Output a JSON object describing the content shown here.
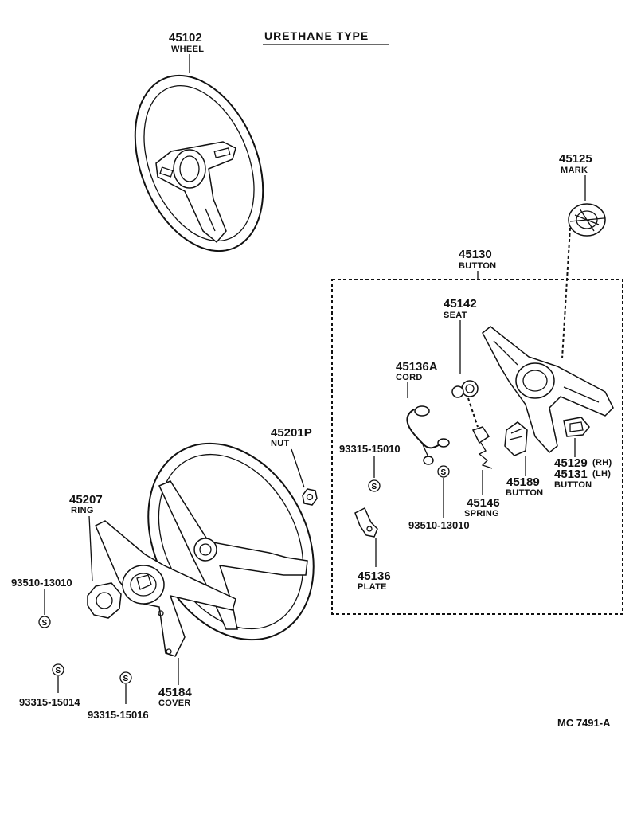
{
  "title": "URETHANE TYPE",
  "drawing_code": "MC  7491-A",
  "parts": {
    "wheel": {
      "number": "45102",
      "label": "WHEEL"
    },
    "mark": {
      "number": "45125",
      "label": "MARK"
    },
    "button_assy": {
      "number": "45130",
      "label": "BUTTON"
    },
    "seat": {
      "number": "45142",
      "label": "SEAT"
    },
    "cord": {
      "number": "45136A",
      "label": "CORD"
    },
    "nut": {
      "number": "45201P",
      "label": "NUT"
    },
    "screw_a": {
      "number": "93315-15010"
    },
    "screw_b": {
      "number": "93510-13010"
    },
    "spring": {
      "number": "45146",
      "label": "SPRING"
    },
    "button_center": {
      "number": "45189",
      "label": "BUTTON"
    },
    "button_rh": {
      "number": "45129",
      "suffix": "(RH)"
    },
    "button_lh": {
      "number": "45131",
      "suffix": "(LH)",
      "label": "BUTTON"
    },
    "plate": {
      "number": "45136",
      "label": "PLATE"
    },
    "ring": {
      "number": "45207",
      "label": "RING"
    },
    "screw_c": {
      "number": "93510-13010"
    },
    "cover": {
      "number": "45184",
      "label": "COVER"
    },
    "screw_d": {
      "number": "93315-15014"
    },
    "screw_e": {
      "number": "93315-15016"
    }
  },
  "symbols": {
    "standard_part": "S"
  },
  "icons": [
    "steering-wheel-icon",
    "mark-emblem-icon",
    "standard-part-symbol-icon"
  ]
}
